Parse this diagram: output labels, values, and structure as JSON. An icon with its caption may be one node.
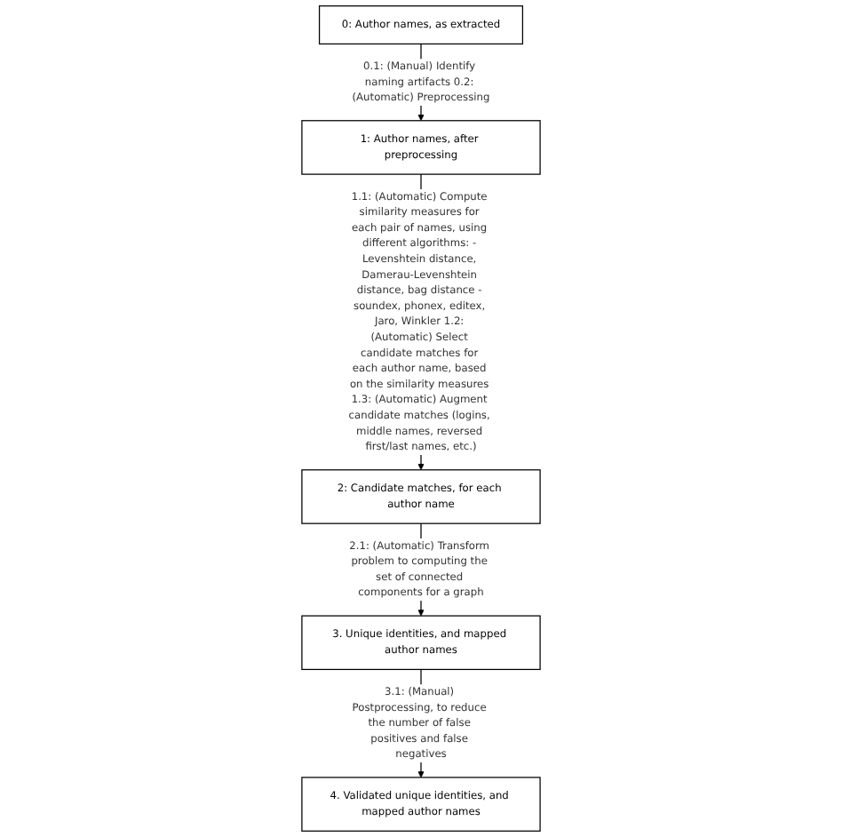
{
  "diagram": {
    "nodes": [
      {
        "text": [
          "0: Author names, as extracted"
        ]
      },
      {
        "text": [
          "1: Author names, after preprocessing"
        ]
      },
      {
        "text": [
          "2: Candidate matches, for each author name"
        ]
      },
      {
        "text": [
          "3. Unique identities, and mapped author names"
        ]
      },
      {
        "text": [
          "4. Validated unique identities, and mapped author names"
        ]
      }
    ],
    "edges": [
      {
        "from": 0,
        "to": 1,
        "arrow": "to",
        "label": "0.1: (Manual) Identify naming artifacts 0.2: (Automatic) Preprocessing"
      },
      {
        "from": 1,
        "to": 2,
        "arrow": "to",
        "label": "1.1: (Automatic) Compute similarity measures for each pair of names, using different algorithms: - Levenshtein distance, Damerau-Levenshtein distance, bag distance - soundex, phonex, editex, Jaro, Winkler 1.2: (Automatic) Select candidate matches for each author name, based on the similarity measures 1.3: (Automatic) Augment candidate matches (logins, middle names, reversed first/last names, etc.)"
      },
      {
        "from": 2,
        "to": 3,
        "arrow": "to",
        "label": "2.1: (Automatic) Transform problem to computing the set of connected components for a graph"
      },
      {
        "from": 3,
        "to": 4,
        "arrow": "to",
        "label": "3.1: (Manual) Postprocessing, to reduce the number of false positives and false negatives"
      }
    ]
  }
}
